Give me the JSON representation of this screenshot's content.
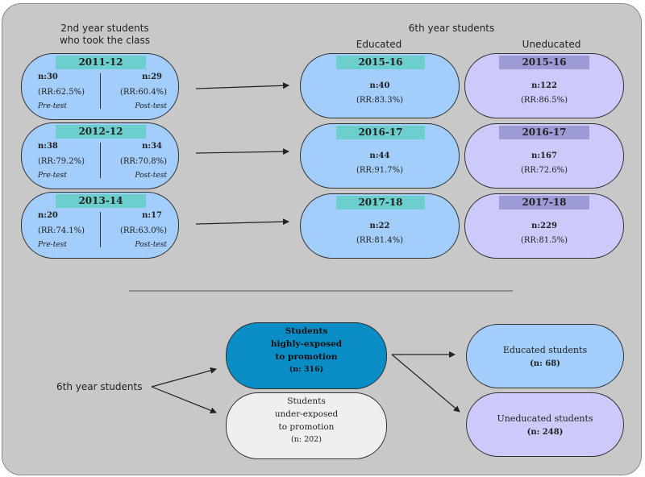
{
  "headings": {
    "second_year": [
      "2nd year students",
      "who took the class"
    ],
    "sixth_year": "6th year students",
    "educated": "Educated",
    "uneducated": "Uneducated"
  },
  "cohorts": [
    {
      "year": "2011-12",
      "pre_n": "n:30",
      "pre_rr": "(RR:62.5%)",
      "post_n": "n:29",
      "post_rr": "(RR:60.4%)",
      "pre_label": "Pre-test",
      "post_label": "Post-test"
    },
    {
      "year": "2012-12",
      "pre_n": "n:38",
      "pre_rr": "(RR:79.2%)",
      "post_n": "n:34",
      "post_rr": "(RR:70.8%)",
      "pre_label": "Pre-test",
      "post_label": "Post-test"
    },
    {
      "year": "2013-14",
      "pre_n": "n:20",
      "pre_rr": "(RR:74.1%)",
      "post_n": "n:17",
      "post_rr": "(RR:63.0%)",
      "pre_label": "Pre-test",
      "post_label": "Post-test"
    }
  ],
  "educated": [
    {
      "year": "2015-16",
      "n": "n:40",
      "rr": "(RR:83.3%)"
    },
    {
      "year": "2016-17",
      "n": "n:44",
      "rr": "(RR:91.7%)"
    },
    {
      "year": "2017-18",
      "n": "n:22",
      "rr": "(RR:81.4%)"
    }
  ],
  "uneducated": [
    {
      "year": "2015-16",
      "n": "n:122",
      "rr": "(RR:86.5%)"
    },
    {
      "year": "2016-17",
      "n": "n:167",
      "rr": "(RR:72.6%)"
    },
    {
      "year": "2017-18",
      "n": "n:229",
      "rr": "(RR:81.5%)"
    }
  ],
  "flow": {
    "source": "6th year students",
    "high": {
      "lines": [
        "Students",
        "highly-exposed",
        "to promotion"
      ],
      "n": "(n: 316)"
    },
    "under": {
      "lines": [
        "Students",
        "under-exposed",
        "to promotion"
      ],
      "n": "(n: 202)"
    },
    "educated": {
      "label": "Educated students",
      "n": "(n: 68)"
    },
    "uneducated": {
      "label": "Uneducated students",
      "n": "(n: 248)"
    }
  },
  "colors": {
    "panel": "#c8c8c8",
    "light_blue": "#a3cdfb",
    "lavender": "#cbcafb",
    "teal": "#6ccfcd",
    "purple": "#9d9bd6",
    "dark_blue": "#0a8cc5",
    "off_white": "#efefef"
  }
}
